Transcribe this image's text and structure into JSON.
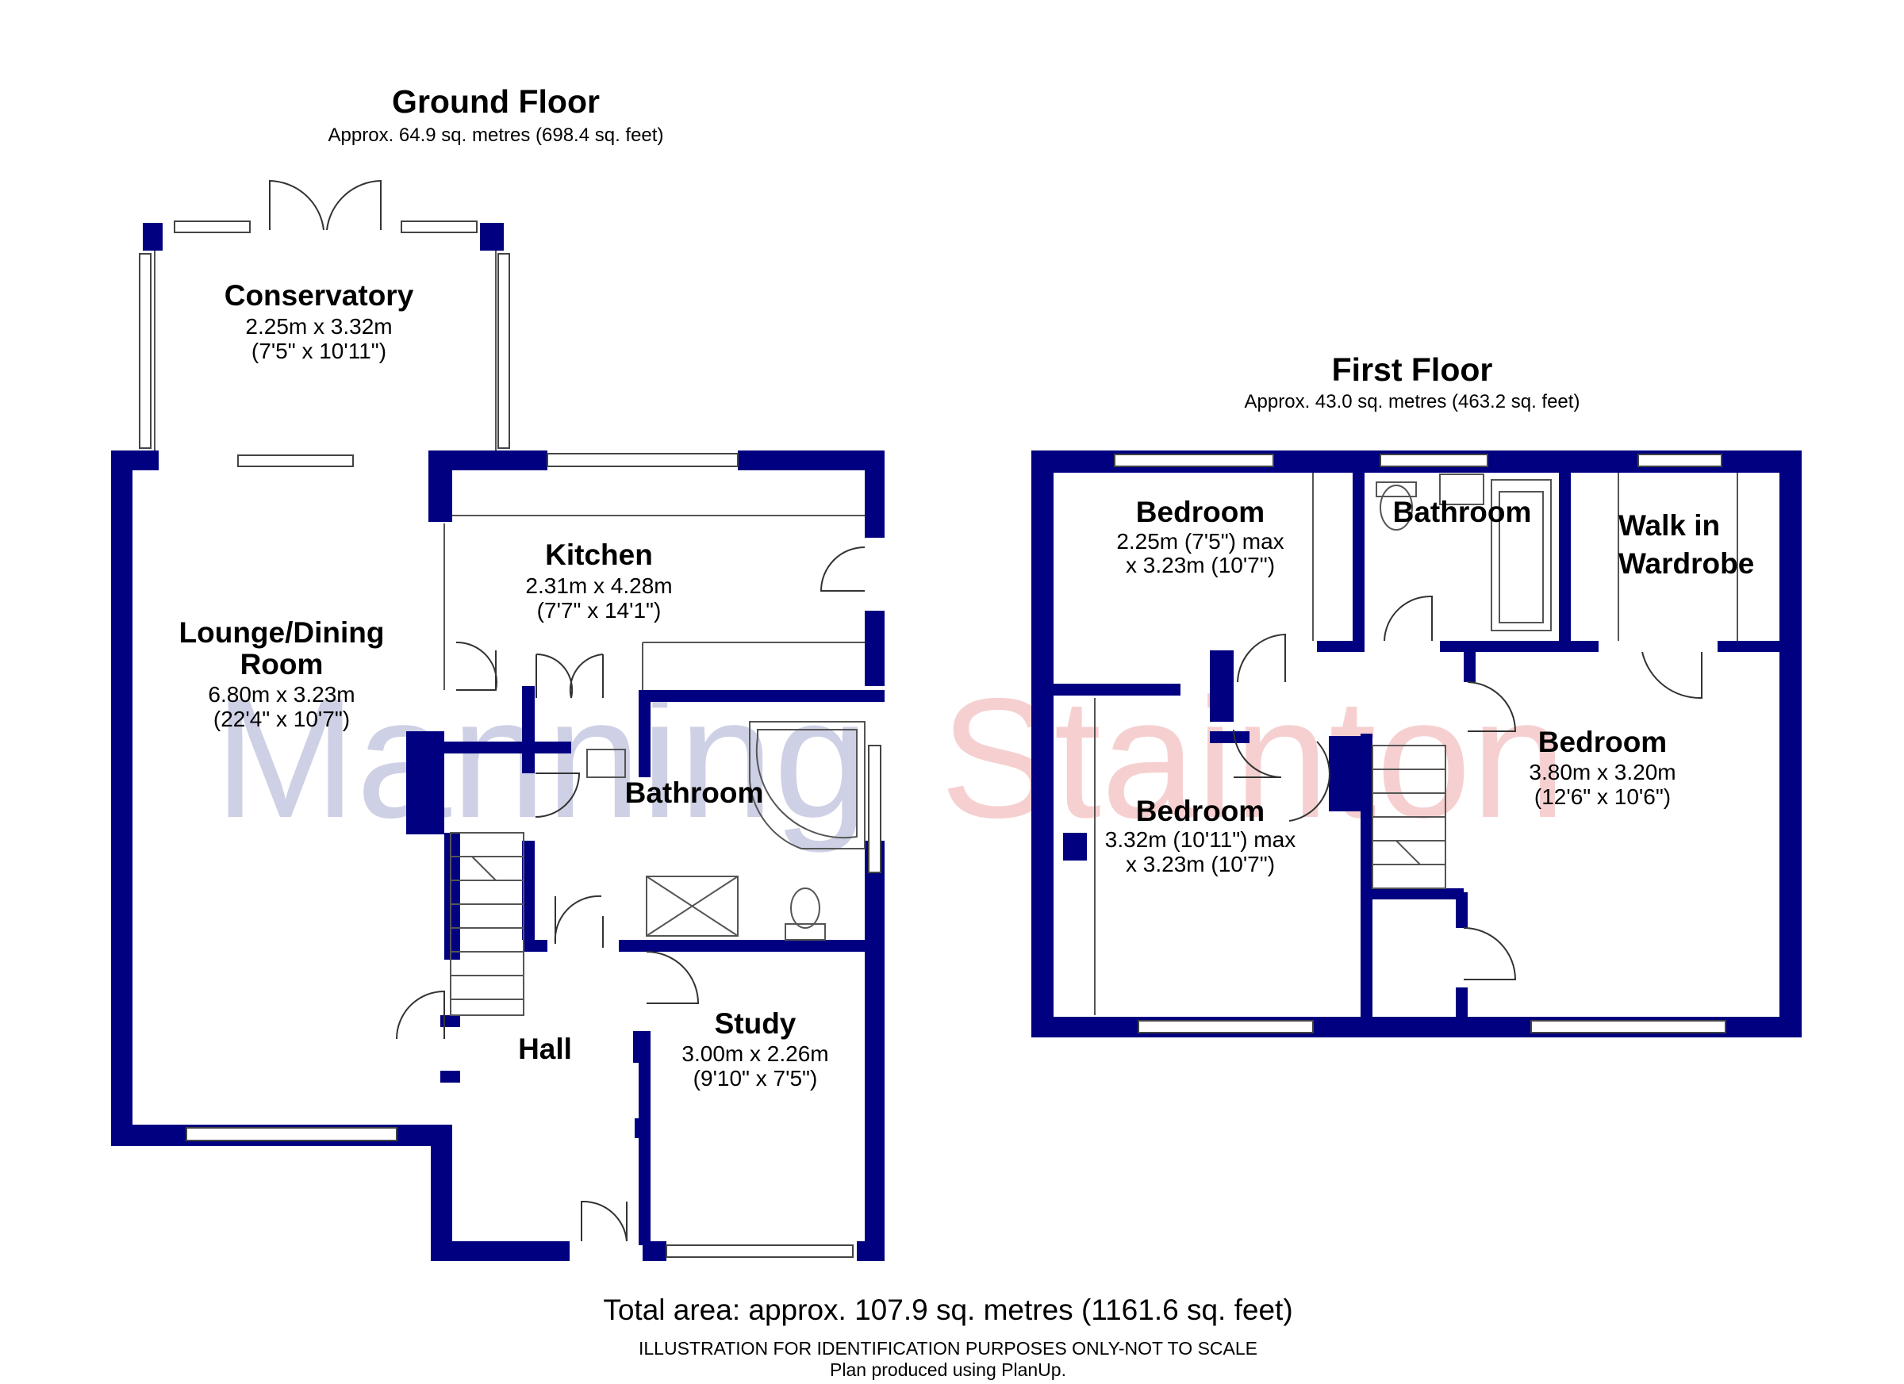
{
  "colors": {
    "walls": "#000080",
    "watermark_left": "#c9cbe3",
    "watermark_right": "#f6cccc"
  },
  "watermark": {
    "part1": "Manning",
    "part2": "Stainton"
  },
  "ground_floor": {
    "title": "Ground Floor",
    "area": "Approx. 64.9 sq. metres (698.4 sq. feet)",
    "rooms": {
      "conservatory": {
        "name": "Conservatory",
        "metric": "2.25m x 3.32m",
        "imperial": "(7'5\" x 10'11\")"
      },
      "kitchen": {
        "name": "Kitchen",
        "metric": "2.31m x 4.28m",
        "imperial": "(7'7\" x 14'1\")"
      },
      "lounge": {
        "name_line1": "Lounge/Dining",
        "name_line2": "Room",
        "metric": "6.80m x 3.23m",
        "imperial": "(22'4\" x 10'7\")"
      },
      "bathroom": {
        "name": "Bathroom"
      },
      "hall": {
        "name": "Hall"
      },
      "study": {
        "name": "Study",
        "metric": "3.00m x 2.26m",
        "imperial": "(9'10\" x 7'5\")"
      }
    }
  },
  "first_floor": {
    "title": "First Floor",
    "area": "Approx. 43.0 sq. metres (463.2 sq. feet)",
    "rooms": {
      "bedroom_top": {
        "name": "Bedroom",
        "line1": "2.25m (7'5\") max",
        "line2": "x 3.23m (10'7\")"
      },
      "bathroom": {
        "name": "Bathroom"
      },
      "wardrobe": {
        "line1": "Walk in",
        "line2": "Wardrobe"
      },
      "bedroom_left": {
        "name": "Bedroom",
        "line1": "3.32m (10'11\") max",
        "line2": "x 3.23m (10'7\")"
      },
      "bedroom_right": {
        "name": "Bedroom",
        "metric": "3.80m x 3.20m",
        "imperial": "(12'6\" x 10'6\")"
      }
    }
  },
  "footer": {
    "total_area": "Total area: approx. 107.9 sq. metres (1161.6 sq. feet)",
    "disclaimer": "ILLUSTRATION FOR IDENTIFICATION PURPOSES ONLY-NOT TO SCALE",
    "credit": "Plan produced using PlanUp."
  }
}
